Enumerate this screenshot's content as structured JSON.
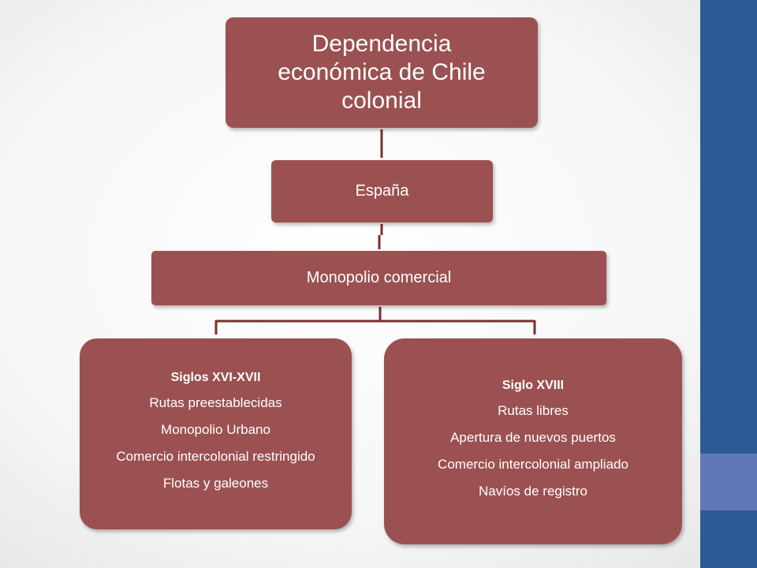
{
  "colors": {
    "node_fill": "#9b5151",
    "connector": "#7d2e2e",
    "side_band": "#2c5a96",
    "side_accent": "#6178b6"
  },
  "root": {
    "label": "Dependencia económica de Chile colonial"
  },
  "level1": {
    "label": "España"
  },
  "level2": {
    "label": "Monopolio comercial"
  },
  "branches": [
    {
      "heading": "Siglos XVI-XVII",
      "items": [
        "Rutas preestablecidas",
        "Monopolio Urbano",
        "Comercio intercolonial restringido",
        "Flotas y galeones"
      ]
    },
    {
      "heading": "Siglo XVIII",
      "items": [
        "Rutas libres",
        "Apertura de nuevos puertos",
        "Comercio intercolonial ampliado",
        "Navíos de registro"
      ]
    }
  ]
}
